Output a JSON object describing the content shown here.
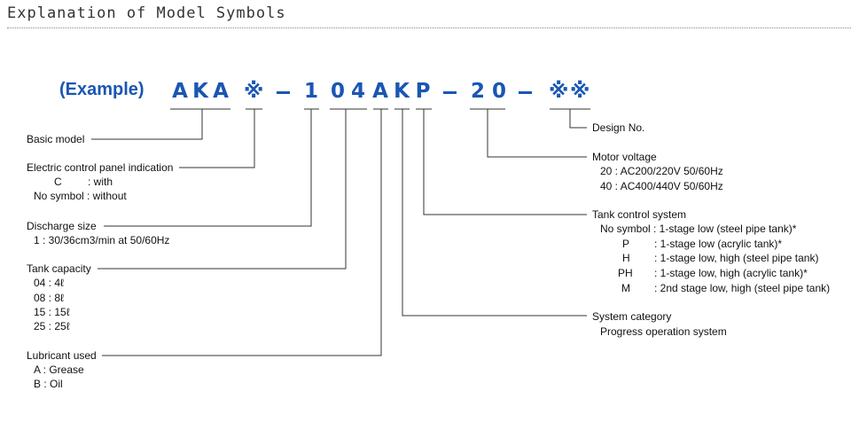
{
  "title": "Explanation of Model Symbols",
  "example_label": "(Example)",
  "code": {
    "c1": "A",
    "c2": "K",
    "c3": "A",
    "c4": "※",
    "c5": "1",
    "c6": "0",
    "c7": "4",
    "c8": "A",
    "c9": "K",
    "c10": "P",
    "c11": "2",
    "c12": "0",
    "c13": "※",
    "c14": "※"
  },
  "left": {
    "basic_model": "Basic model",
    "ecp_title": "Electric control panel indication",
    "ecp_c_key": "C",
    "ecp_c_val": ": with",
    "ecp_ns": "No symbol : without",
    "discharge_title": "Discharge size",
    "discharge_1": "1 : 30/36cm3/min at 50/60Hz",
    "tank_title": "Tank capacity",
    "tank_04": "04 : 4ℓ",
    "tank_08": "08 : 8ℓ",
    "tank_15": "15 : 15ℓ",
    "tank_25": "25 : 25ℓ",
    "lub_title": "Lubricant used",
    "lub_a": "A : Grease",
    "lub_b": "B : Oil"
  },
  "right": {
    "design_no": "Design No.",
    "motor_title": "Motor voltage",
    "motor_20": "20 : AC200/220V 50/60Hz",
    "motor_40": "40 : AC400/440V 50/60Hz",
    "tcs_title": "Tank control system",
    "tcs_ns": "No symbol : 1-stage low (steel pipe tank)*",
    "tcs_p_key": "P",
    "tcs_p_val": ": 1-stage low (acrylic tank)*",
    "tcs_h_key": "H",
    "tcs_h_val": ": 1-stage low, high (steel pipe tank)",
    "tcs_ph_key": "PH",
    "tcs_ph_val": ": 1-stage low, high (acrylic tank)*",
    "tcs_m_key": "M",
    "tcs_m_val": ": 2nd stage low, high (steel pipe tank)",
    "syscat_title": "System category",
    "syscat_val": "Progress operation system"
  },
  "colors": {
    "accent": "#1a56b3",
    "line": "#333333"
  }
}
